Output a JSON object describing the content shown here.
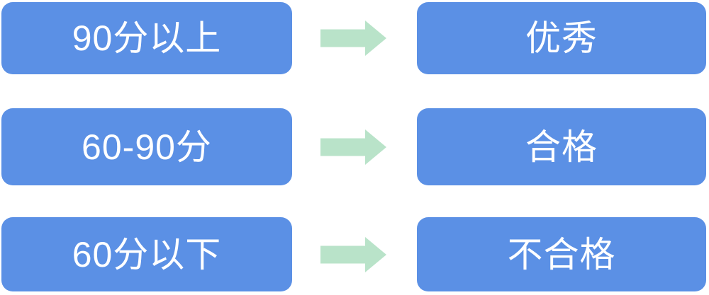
{
  "diagram": {
    "title_implicit": "score-to-grade mapping",
    "colors": {
      "box_blue": "#5B90E5",
      "arrow_green": "#B9E3C9",
      "text_white": "#FFFFFF"
    },
    "arrow_icon": "right-arrow",
    "rows": [
      {
        "source": "90分以上",
        "target": "优秀"
      },
      {
        "source": "60-90分",
        "target": "合格"
      },
      {
        "source": "60分以下",
        "target": "不合格"
      }
    ]
  }
}
